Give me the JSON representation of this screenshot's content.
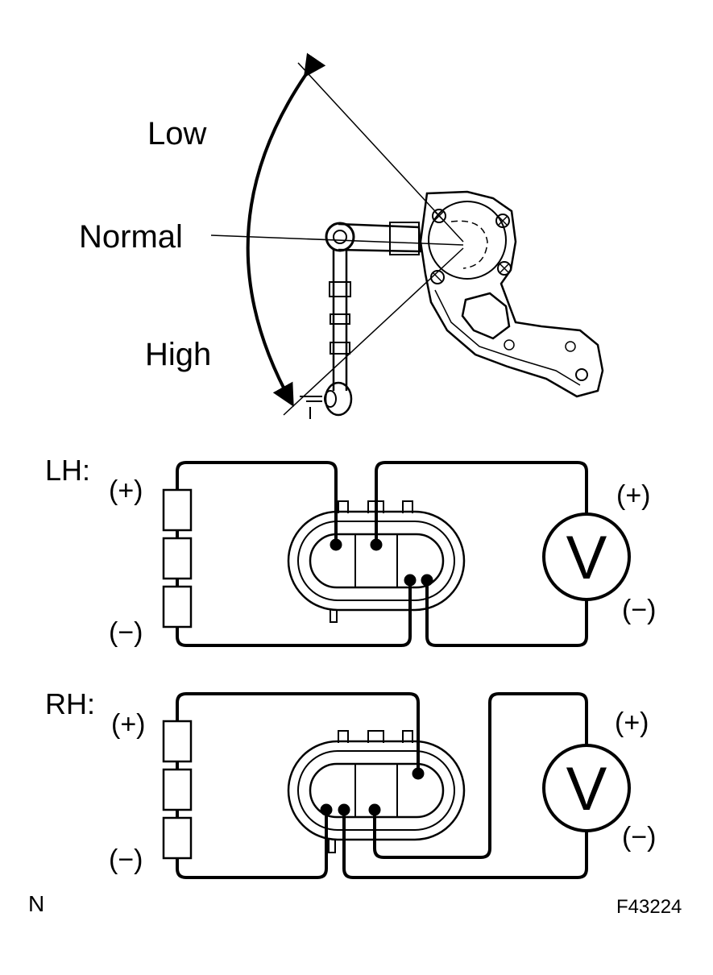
{
  "labels": {
    "low": "Low",
    "normal": "Normal",
    "high": "High",
    "lh": "LH:",
    "rh": "RH:",
    "plus": "(+)",
    "minus": "(−)",
    "voltmeter": "V",
    "corner_left": "N",
    "figure_code": "F43224"
  },
  "diagram": {
    "sensor_positions": [
      "Low",
      "Normal",
      "High"
    ],
    "circuits": [
      {
        "side": "LH",
        "instrument": "voltmeter"
      },
      {
        "side": "RH",
        "instrument": "voltmeter"
      }
    ]
  },
  "colors": {
    "line": "#000000",
    "background": "#ffffff"
  }
}
